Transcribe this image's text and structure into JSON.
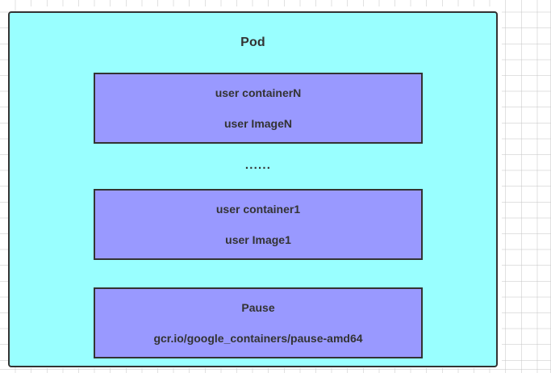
{
  "diagram": {
    "title": "Pod",
    "outer_box": {
      "label": "Pod",
      "fill_color": "#99FFFF",
      "border_color": "#333333"
    },
    "container_fill_color": "#9999FF",
    "container_border_color": "#333333",
    "text_color": "#333333",
    "background_color": "#FFFFFF",
    "ellipsis": "......",
    "containers": [
      {
        "name": "user containerN",
        "image": "user ImageN"
      },
      {
        "name": "user container1",
        "image": "user Image1"
      },
      {
        "name": "Pause",
        "image": "gcr.io/google_containers/pause-amd64"
      }
    ]
  }
}
